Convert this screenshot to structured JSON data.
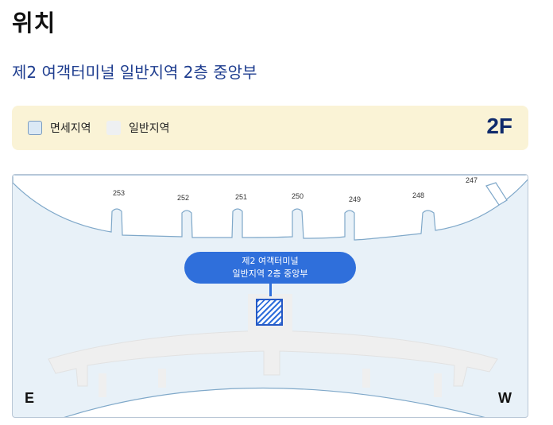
{
  "page": {
    "title": "위치",
    "location": "제2 여객터미널 일반지역 2층 중앙부"
  },
  "legend": {
    "items": [
      {
        "label": "면세지역",
        "color": "#dbe9f5",
        "border": "#7a9cbf"
      },
      {
        "label": "일반지역",
        "color": "#eef0f2",
        "border": "#eef0f2"
      }
    ],
    "floor": "2F"
  },
  "map": {
    "gates": [
      "253",
      "252",
      "251",
      "250",
      "249",
      "248",
      "247"
    ],
    "marker": {
      "line1": "제2 여객터미널",
      "line2": "일반지역 2층 중앙부"
    },
    "compass": {
      "left": "E",
      "right": "W"
    },
    "colors": {
      "sea": "#e8f1f8",
      "outline": "#7fa8c9",
      "marker": "#2f6fdb",
      "general_area": "#f0f0f0"
    }
  }
}
